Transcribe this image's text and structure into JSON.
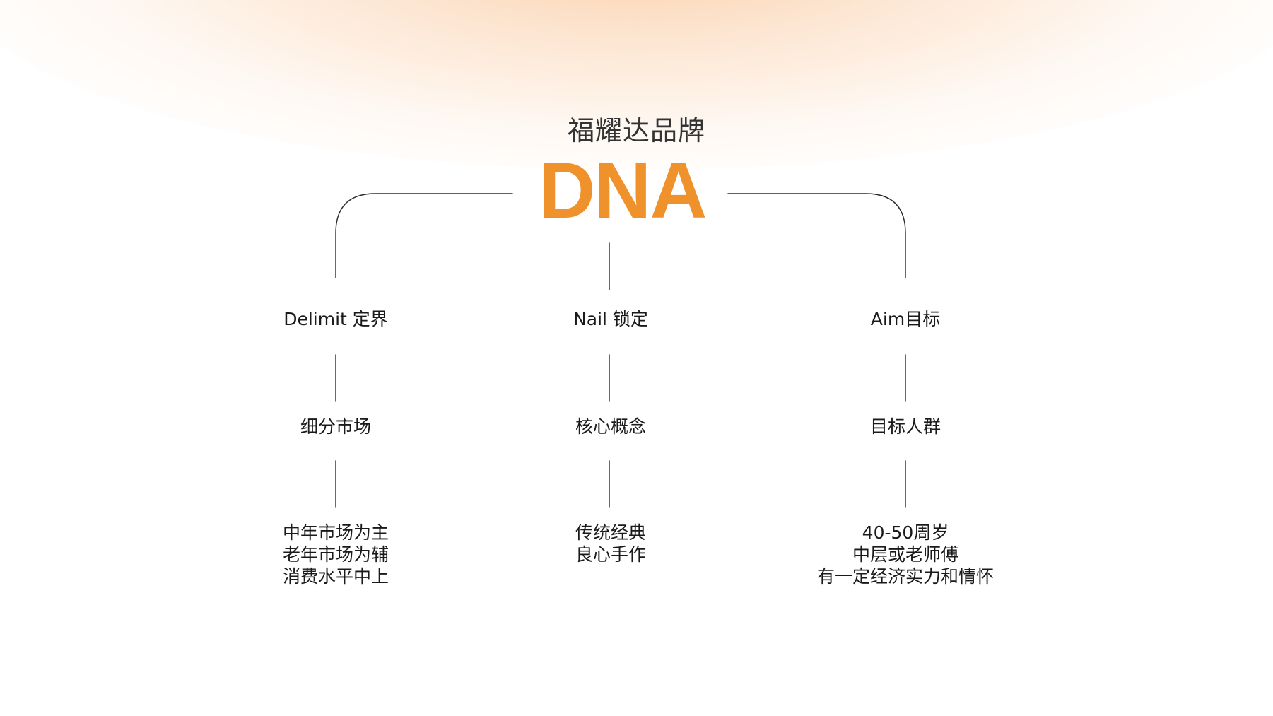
{
  "brand_subtitle": "福耀达品牌",
  "brand_title": "DNA",
  "accent_color": "#f0922b",
  "columns": [
    {
      "heading": "Delimit 定界",
      "concept": "细分市场",
      "details": [
        "中年市场为主",
        "老年市场为辅",
        "消费水平中上"
      ]
    },
    {
      "heading": "Nail 锁定",
      "concept": "核心概念",
      "details": [
        "传统经典",
        "良心手作"
      ]
    },
    {
      "heading": "Aim目标",
      "concept": "目标人群",
      "details": [
        "40-50周岁",
        "中层或老师傅",
        "有一定经济实力和情怀"
      ]
    }
  ]
}
